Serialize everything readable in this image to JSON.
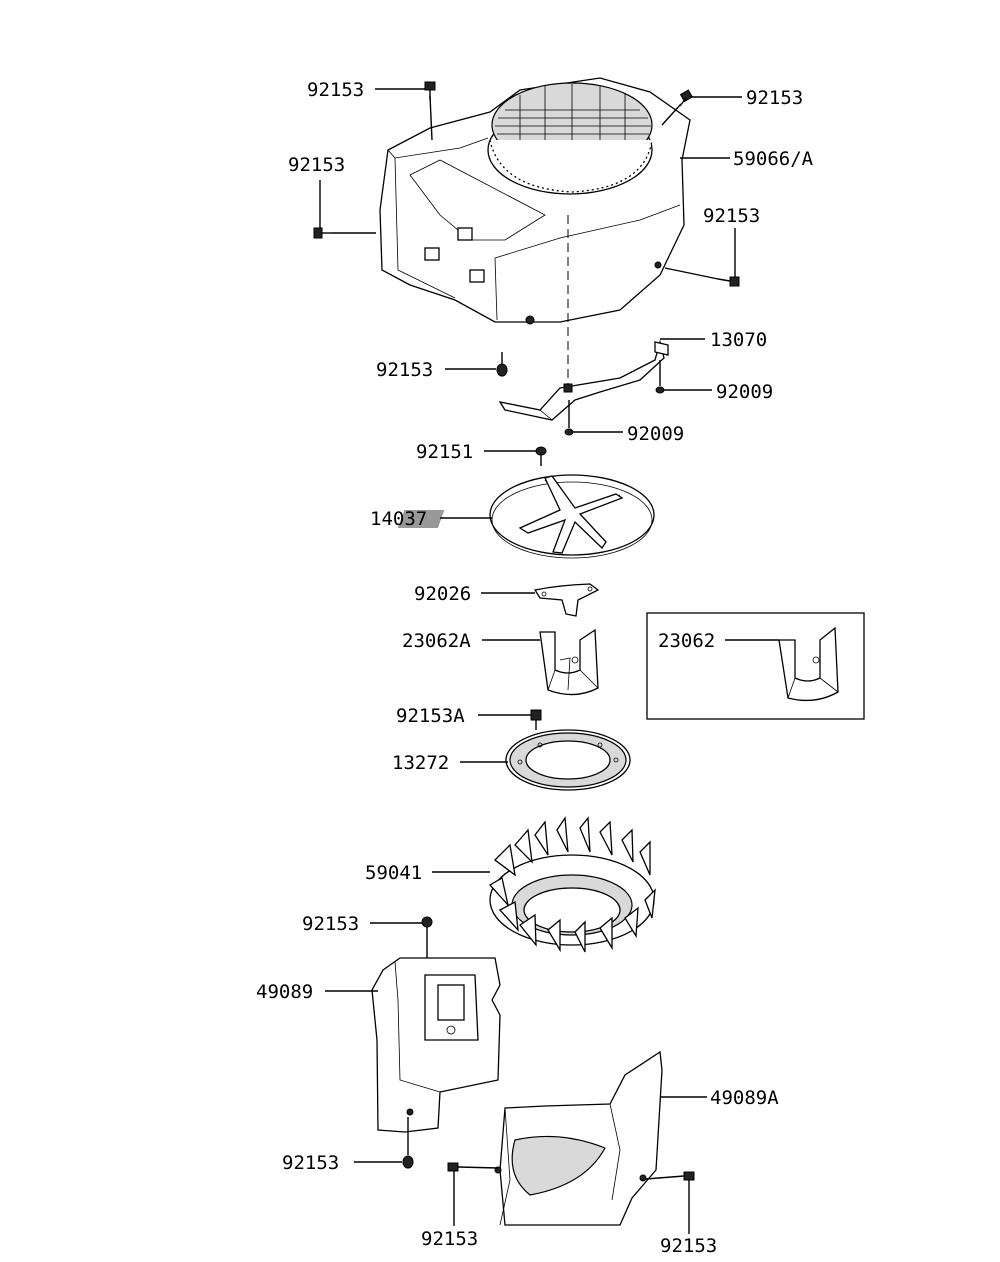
{
  "labels": {
    "screw_top_left": "92153",
    "screw_top_right": "92153",
    "housing": "59066/A",
    "screw_left": "92153",
    "screw_right": "92153",
    "screw_bottom": "92153",
    "baffle": "13070",
    "bolt_baffle_a": "92009",
    "bolt_baffle_b": "92009",
    "screw_screen": "92151",
    "screen": "14037",
    "plate": "92026",
    "bracket": "23062A",
    "bracket_alt": "23062",
    "screw_bracket": "92153A",
    "pulley": "13272",
    "fan": "59041",
    "screw_cover_top": "92153",
    "cover": "49089",
    "screw_cover_bottom": "92153",
    "cover_b": "49089A",
    "screw_cover_b_left": "92153",
    "screw_cover_b_right": "92153"
  }
}
